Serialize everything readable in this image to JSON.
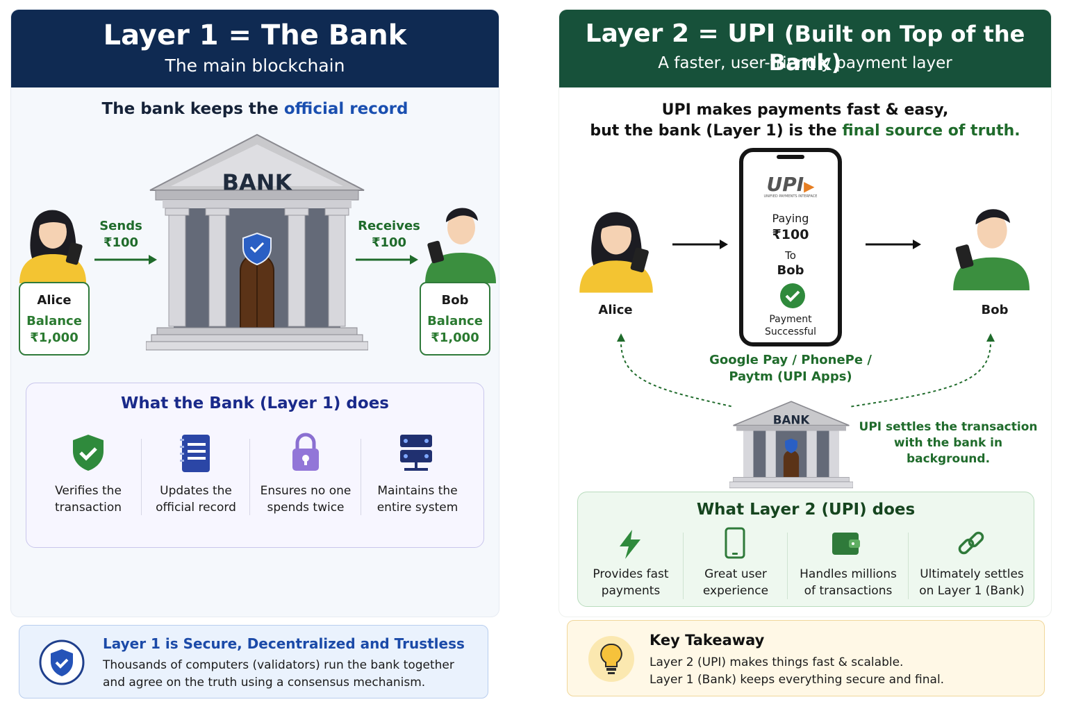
{
  "left": {
    "title": "Layer 1 = The Bank",
    "subtitle": "The main blockchain",
    "tagline_pre": "The bank keeps the ",
    "tagline_highlight": "official record",
    "bank_sign": "BANK",
    "alice": {
      "name": "Alice",
      "balance_label": "Balance",
      "balance": "₹1,000"
    },
    "bob": {
      "name": "Bob",
      "balance_label": "Balance",
      "balance": "₹1,000"
    },
    "sends_label": "Sends",
    "sends_amount": "₹100",
    "receives_label": "Receives",
    "receives_amount": "₹100",
    "does_title": "What the Bank (Layer 1) does",
    "does_items": [
      {
        "line1": "Verifies the",
        "line2": "transaction",
        "icon": "shield-check-icon"
      },
      {
        "line1": "Updates the",
        "line2": "official record",
        "icon": "notebook-icon"
      },
      {
        "line1": "Ensures no one",
        "line2": "spends twice",
        "icon": "padlock-icon"
      },
      {
        "line1": "Maintains the",
        "line2": "entire system",
        "icon": "server-icon"
      }
    ],
    "footer_title": "Layer 1 is Secure, Decentralized and Trustless",
    "footer_line1": "Thousands of computers (validators) run the bank together",
    "footer_line2": "and agree on the truth using a consensus mechanism."
  },
  "right": {
    "title_main": "Layer 2 = UPI",
    "title_paren": "(Built on Top of the Bank)",
    "subtitle": "A faster, user-friendly payment layer",
    "tagline_line1": "UPI makes payments fast & easy,",
    "tagline_line2_pre": "but the bank (Layer 1) is the ",
    "tagline_line2_highlight": "final source of truth.",
    "alice_name": "Alice",
    "bob_name": "Bob",
    "phone": {
      "logo": "UPI",
      "logo_sub": "UNIFIED PAYMENTS INTERFACE",
      "paying": "Paying",
      "amount": "₹100",
      "to": "To",
      "recipient": "Bob",
      "status_line1": "Payment",
      "status_line2": "Successful"
    },
    "apps_line1": "Google Pay / PhonePe /",
    "apps_line2": "Paytm (UPI Apps)",
    "bank_sign": "BANK",
    "settle_line1": "UPI settles the transaction",
    "settle_line2": "with the bank in background.",
    "does_title": "What Layer 2 (UPI) does",
    "does_items": [
      {
        "line1": "Provides fast",
        "line2": "payments",
        "icon": "lightning-icon"
      },
      {
        "line1": "Great user",
        "line2": "experience",
        "icon": "phone-icon"
      },
      {
        "line1": "Handles millions",
        "line2": "of transactions",
        "icon": "wallet-icon"
      },
      {
        "line1": "Ultimately settles",
        "line2": "on Layer 1 (Bank)",
        "icon": "link-icon"
      }
    ],
    "takeaway_title": "Key Takeaway",
    "takeaway_line1": "Layer 2 (UPI) makes things fast & scalable.",
    "takeaway_line2": "Layer 1 (Bank) keeps everything secure and final."
  },
  "colors": {
    "layer1_header": "#0f2a52",
    "layer2_header": "#17513a",
    "accent_blue": "#1a4fb0",
    "accent_green": "#1f6b2b"
  }
}
